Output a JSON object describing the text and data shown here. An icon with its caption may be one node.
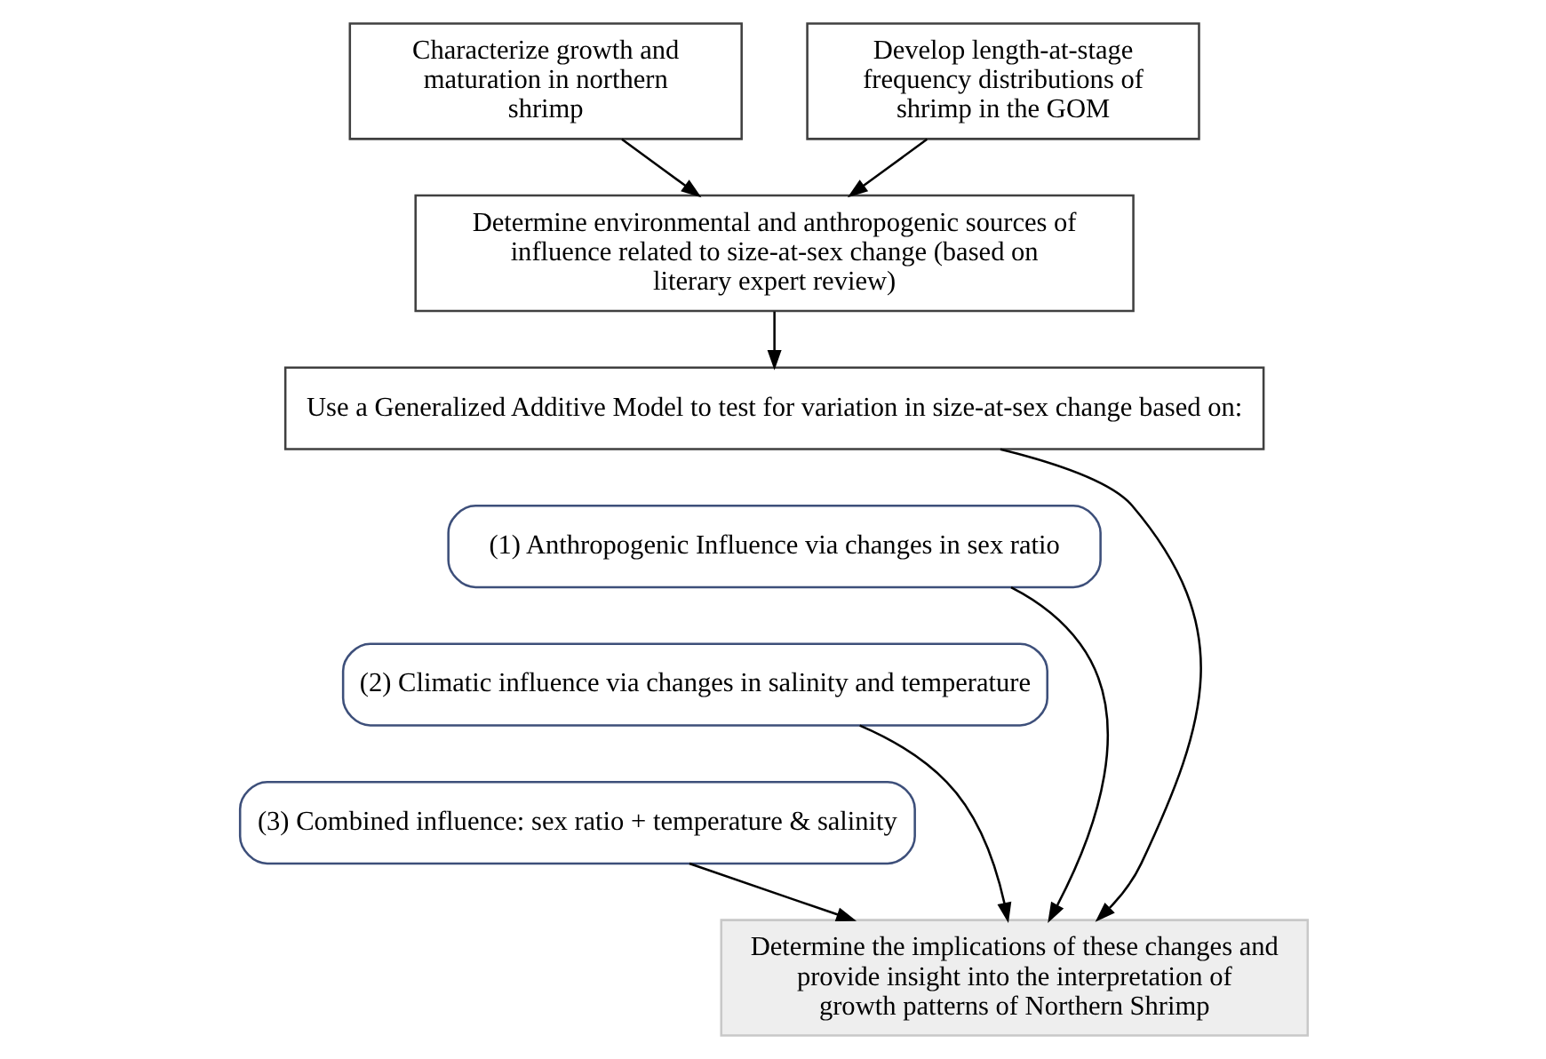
{
  "diagram": {
    "nodes": [
      {
        "text": [
          "Characterize growth and maturation in northern shrimp"
        ]
      },
      {
        "text": [
          "Develop length-at-stage frequency distributions of shrimp in the GOM"
        ]
      },
      {
        "text": [
          "Determine environmental and anthropogenic sources of influence related to size-at-sex change (based on literary expert review)"
        ]
      },
      {
        "text": [
          "Use a Generalized Additive Model to test for variation in size-at-sex change based on:"
        ]
      },
      {
        "text": [
          "(1) Anthropogenic Influence via changes in sex ratio"
        ]
      },
      {
        "text": [
          "(2) Climatic influence via changes in salinity and temperature"
        ]
      },
      {
        "text": [
          "(3) Combined influence: sex ratio + temperature & salinity"
        ]
      },
      {
        "text": [
          "Determine the implications of these changes and provide insight into the interpretation of growth patterns of Northern Shrimp"
        ]
      }
    ],
    "edges": [
      {
        "from": 0,
        "to": 2,
        "arrow": "to"
      },
      {
        "from": 1,
        "to": 2,
        "arrow": "to"
      },
      {
        "from": 2,
        "to": 3,
        "arrow": "to"
      },
      {
        "from": 3,
        "to": 7,
        "arrow": "to"
      },
      {
        "from": 4,
        "to": 7,
        "arrow": "to"
      },
      {
        "from": 5,
        "to": 7,
        "arrow": "to"
      },
      {
        "from": 6,
        "to": 7,
        "arrow": "to"
      }
    ]
  }
}
